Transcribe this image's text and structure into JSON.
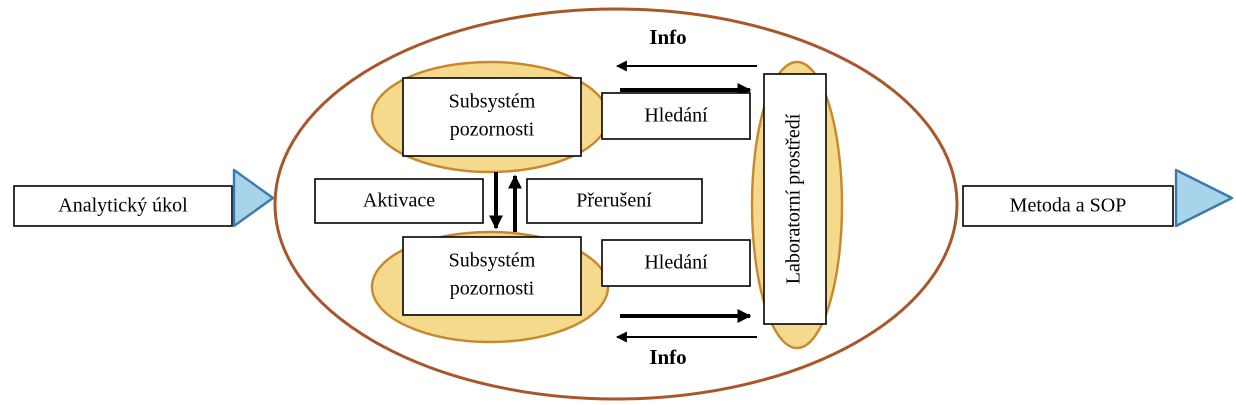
{
  "diagram": {
    "input_label": "Analytický úkol",
    "output_label": "Metoda a SOP",
    "attention_top": {
      "line1": "Subsystém",
      "line2": "pozornosti"
    },
    "attention_bottom": {
      "line1": "Subsystém",
      "line2": "pozornosti"
    },
    "search_top": "Hledání",
    "search_bottom": "Hledání",
    "activation": "Aktivace",
    "interruption": "Přerušení",
    "lab_environment": "Laboratorní prostředí",
    "info_top": "Info",
    "info_bottom": "Info",
    "colors": {
      "ellipse_border": "#a8572a",
      "inner_fill": "#f5d98c",
      "inner_border": "#c8882e",
      "arrow_fill": "#a8d4ea",
      "arrow_border": "#3a7ab0",
      "box_border": "#000000",
      "text": "#000000"
    }
  }
}
